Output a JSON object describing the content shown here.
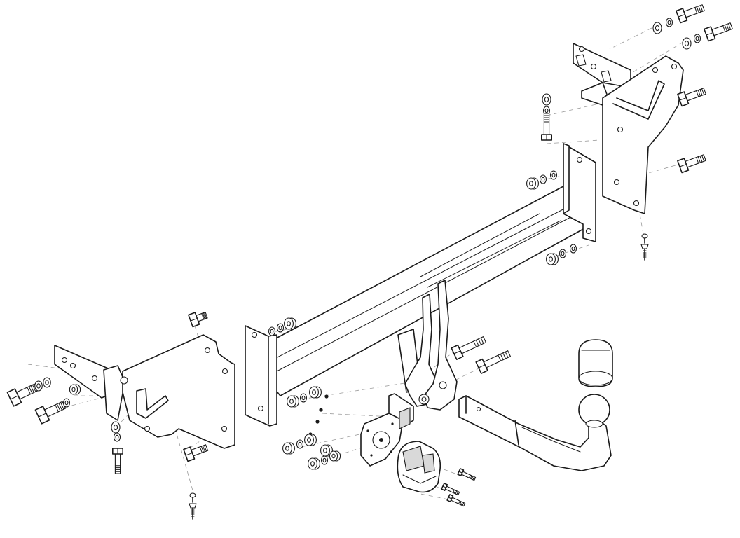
{
  "diagram": {
    "parts": [
      "crossbar-tube",
      "left-mounting-bracket",
      "right-mounting-bracket",
      "left-end-plate",
      "right-end-plate",
      "center-support-plates",
      "detachable-tow-ball-neck",
      "tow-ball-cover-cap",
      "socket-mounting-plate",
      "electrical-socket",
      "bolts",
      "washers",
      "nuts",
      "rivet-nuts"
    ],
    "colors": {
      "line": "#1a1a1a",
      "background": "#ffffff",
      "hidden_line": "#9a9a9a"
    }
  }
}
